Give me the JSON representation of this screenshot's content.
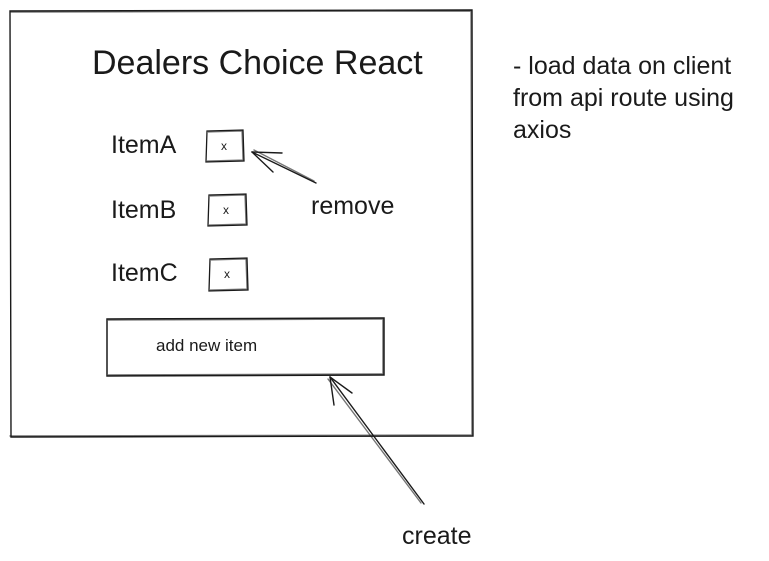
{
  "app": {
    "title": "Dealers Choice React"
  },
  "items": [
    {
      "label": "ItemA",
      "remove_label": "x"
    },
    {
      "label": "ItemB",
      "remove_label": "x"
    },
    {
      "label": "ItemC",
      "remove_label": "x"
    }
  ],
  "add_button": {
    "label": "add new item"
  },
  "annotations": {
    "remove": "remove",
    "create": "create"
  },
  "notes": [
    "- load data on client",
    "from api route using",
    "axios"
  ],
  "colors": {
    "stroke": "#1a1a1a",
    "background": "#ffffff"
  }
}
